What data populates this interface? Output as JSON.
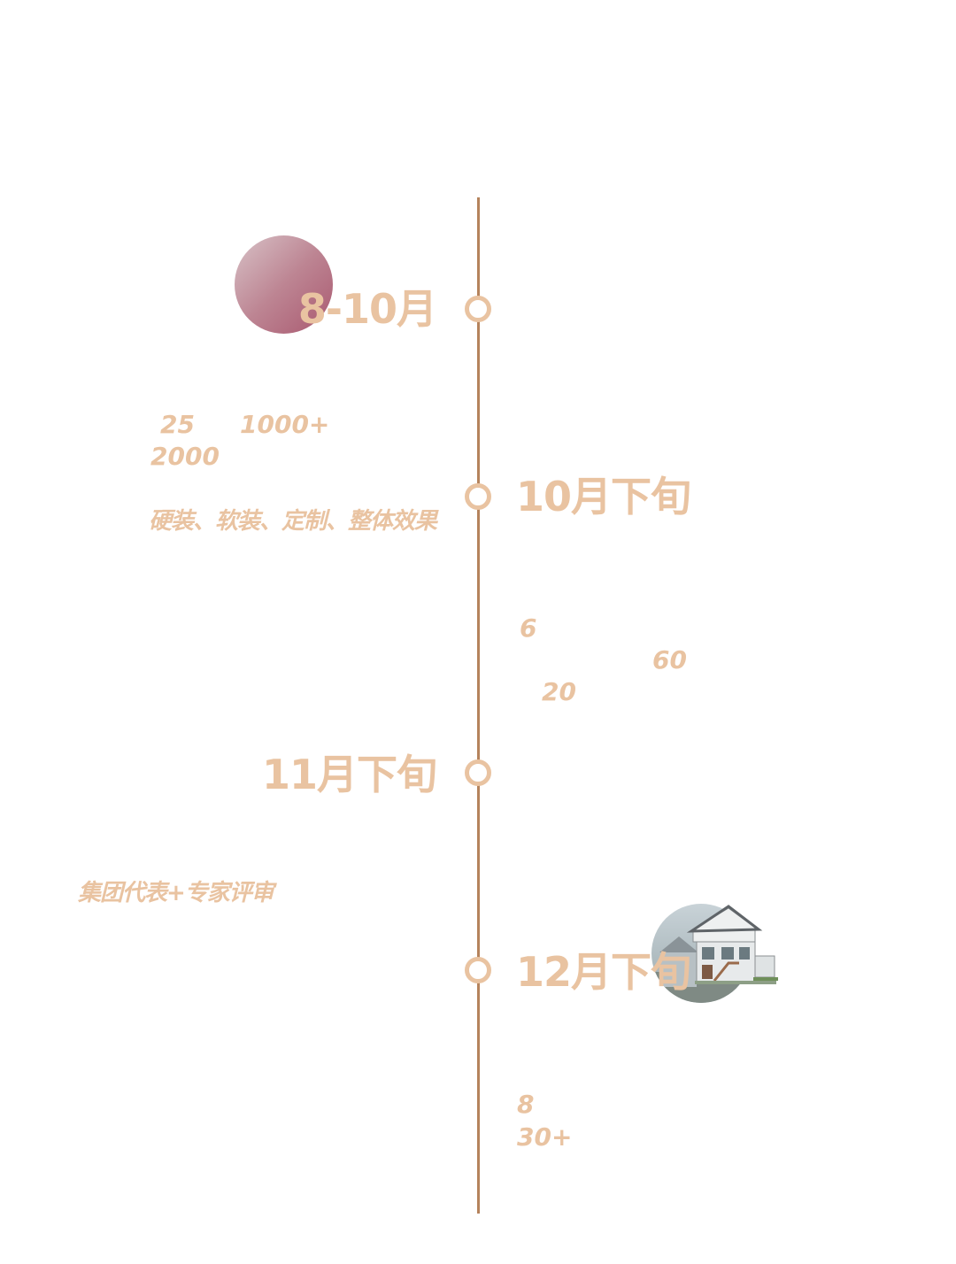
{
  "timeline": [
    {
      "date": "8-10月"
    },
    {
      "date": "10月下旬"
    },
    {
      "date": "11月下旬"
    },
    {
      "date": "12月下旬"
    }
  ],
  "stage1": {
    "num_25": "25",
    "num_1000": "1000+",
    "num_2000": "2000",
    "categories": "硬装、软装、定制、整体效果"
  },
  "stage2": {
    "num_6": "6",
    "num_60": "60",
    "num_20": "20"
  },
  "stage3": {
    "review": "集团代表+专家评审"
  },
  "stage4": {
    "num_8": "8",
    "num_30": "30+"
  },
  "colors": {
    "accent": "#e9c3a1",
    "line": "#b5835c",
    "circle": "#bd8593"
  },
  "icons": {
    "pink_circle": "decorative-gradient-circle",
    "house": "house-illustration"
  }
}
